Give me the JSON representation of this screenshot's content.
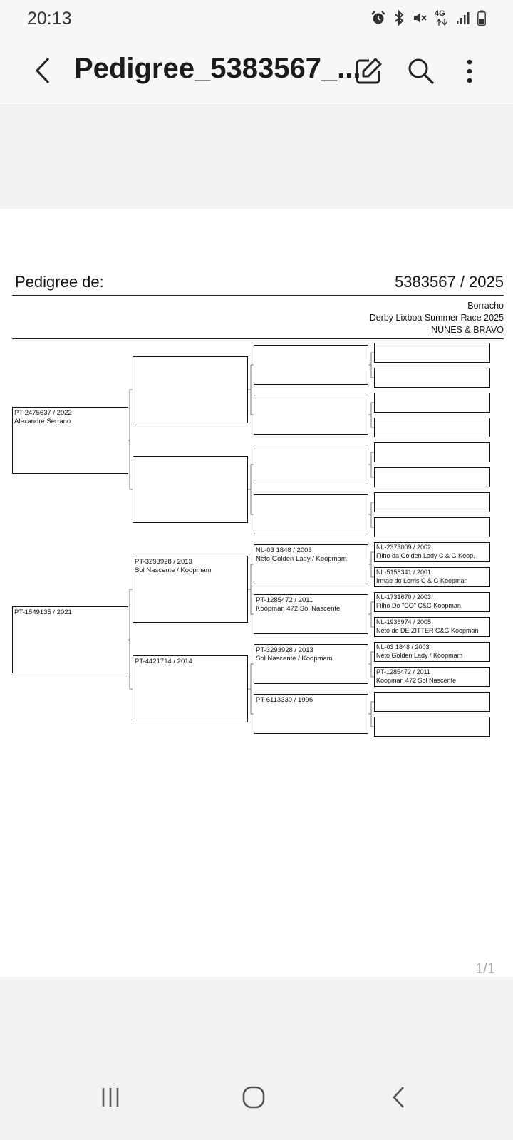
{
  "status_bar": {
    "time": "20:13",
    "network": "4G"
  },
  "app_bar": {
    "title": "Pedigree_5383567_..."
  },
  "pedigree": {
    "heading_label": "Pedigree de:",
    "ring": "5383567 / 2025",
    "name": "Borracho",
    "race": "Derby Lixboa Summer Race 2025",
    "owner": "NUNES & BRAVO",
    "gen1": [
      {
        "line1": "PT-2475637 / 2022",
        "line2": "Alexandre Serrano"
      },
      {
        "line1": "PT-1549135 / 2021",
        "line2": ""
      }
    ],
    "gen2": [
      {
        "line1": "",
        "line2": ""
      },
      {
        "line1": "",
        "line2": ""
      },
      {
        "line1": "PT-3293928 / 2013",
        "line2": "Sol Nascente / Koopmam"
      },
      {
        "line1": "PT-4421714 / 2014",
        "line2": ""
      }
    ],
    "gen3": [
      {
        "line1": "",
        "line2": ""
      },
      {
        "line1": "",
        "line2": ""
      },
      {
        "line1": "",
        "line2": ""
      },
      {
        "line1": "",
        "line2": ""
      },
      {
        "line1": "NL-03 1848 / 2003",
        "line2": "Neto Golden Lady / Koopmam"
      },
      {
        "line1": "PT-1285472 / 2011",
        "line2": "Koopman 472 Sol Nascente"
      },
      {
        "line1": "PT-3293928 / 2013",
        "line2": "Sol Nascente / Koopmam"
      },
      {
        "line1": "PT-6113330 / 1996",
        "line2": ""
      }
    ],
    "gen4": [
      {
        "line1": "",
        "line2": ""
      },
      {
        "line1": "",
        "line2": ""
      },
      {
        "line1": "",
        "line2": ""
      },
      {
        "line1": "",
        "line2": ""
      },
      {
        "line1": "",
        "line2": ""
      },
      {
        "line1": "",
        "line2": ""
      },
      {
        "line1": "",
        "line2": ""
      },
      {
        "line1": "",
        "line2": ""
      },
      {
        "line1": "NL-2373009 / 2002",
        "line2": "Filho da Golden Lady C & G Koop."
      },
      {
        "line1": "NL-5158341 / 2001",
        "line2": "Irmao do Lorris C & G Koopman"
      },
      {
        "line1": "NL-1731670 / 2003",
        "line2": "Filho Do \"CO\" C&G Koopman"
      },
      {
        "line1": "NL-1936974 / 2005",
        "line2": "Neto do DE ZITTER C&G Koopman"
      },
      {
        "line1": "NL-03 1848 / 2003",
        "line2": "Neto Golden Lady / Koopmam"
      },
      {
        "line1": "PT-1285472 / 2011",
        "line2": "Koopman 472 Sol Nascente"
      },
      {
        "line1": "",
        "line2": ""
      },
      {
        "line1": "",
        "line2": ""
      }
    ]
  },
  "pager": {
    "page_indicator": "1/1"
  }
}
